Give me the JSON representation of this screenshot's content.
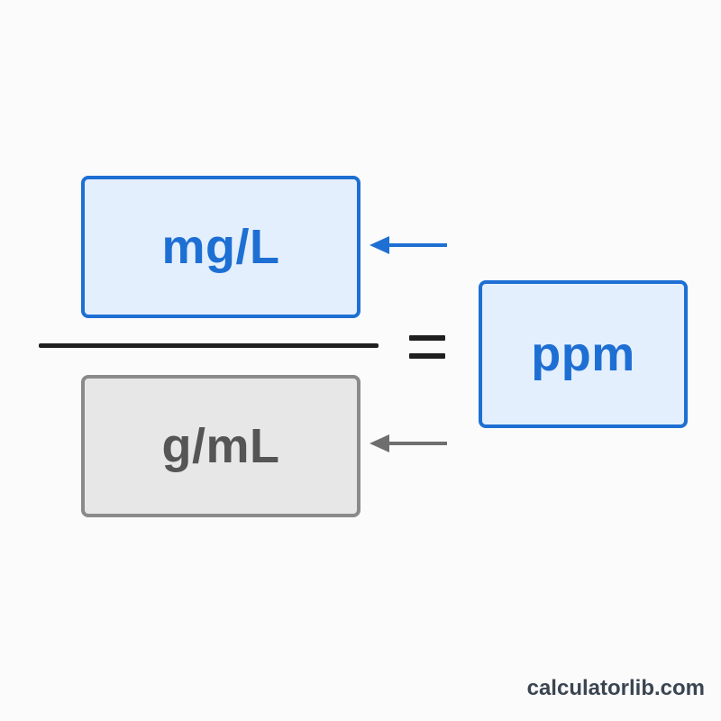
{
  "diagram": {
    "numerator": {
      "label": "mg/L"
    },
    "denominator": {
      "label": "g/mL"
    },
    "result": {
      "label": "ppm"
    },
    "operator": "=",
    "colors": {
      "blue_accent": "#1e6fd3",
      "blue_fill": "#e3effd",
      "gray_border": "#8a8a8a",
      "gray_fill": "#e7e7e7",
      "gray_text": "#555555",
      "line": "#1f1f1f"
    },
    "icons": {
      "numerator_arrow": "arrow-left-icon",
      "denominator_arrow": "arrow-left-icon"
    }
  },
  "watermark": "calculatorlib.com"
}
